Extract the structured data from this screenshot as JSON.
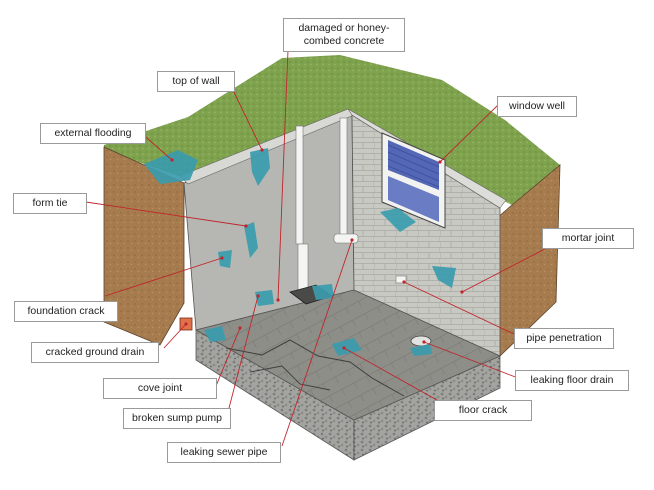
{
  "labels": {
    "damaged_concrete": [
      "damaged or honey-",
      "combed concrete"
    ],
    "top_of_wall": "top of wall",
    "window_well": "window well",
    "external_flooding": "external flooding",
    "form_tie": "form tie",
    "mortar_joint": "mortar joint",
    "foundation_crack": "foundation crack",
    "pipe_penetration": "pipe penetration",
    "cracked_ground_drain": "cracked ground drain",
    "leaking_floor_drain": "leaking floor drain",
    "cove_joint": "cove joint",
    "floor_crack": "floor crack",
    "broken_sump_pump": "broken sump pump",
    "leaking_sewer_pipe": "leaking sewer pipe"
  },
  "colors": {
    "grass": "#7fa24e",
    "soil": "#a47a4e",
    "concrete": "#b4b4b0",
    "block": "#c8c8c3",
    "floor": "#8c8c88",
    "water": "#3a9cad",
    "leader": "#c0262c"
  }
}
